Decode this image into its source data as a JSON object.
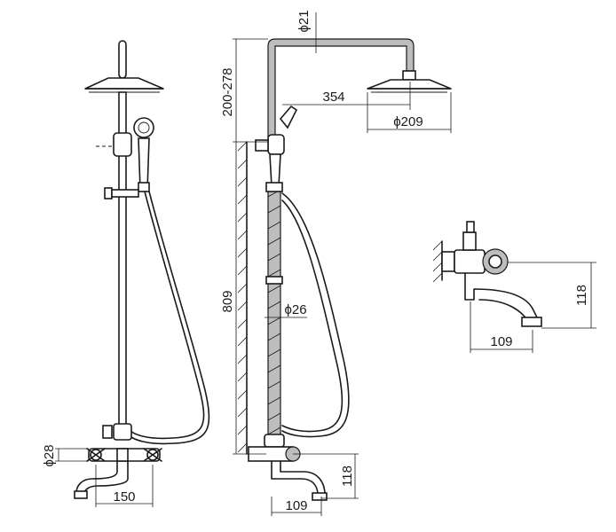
{
  "dimensions": {
    "rail_pipe_diameter": "ϕ21",
    "arm_length": "354",
    "head_diameter": "ϕ209",
    "height_range": "200-278",
    "rail_height": "809",
    "riser_diameter": "ϕ26",
    "hose_hook_diameter": "ϕ28",
    "mixer_center_spacing": "150",
    "spout_reach_side": "109",
    "spout_height_side": "118",
    "detail_spout_height": "118",
    "detail_spout_reach": "109"
  },
  "colors": {
    "line": "#1a1a1a",
    "pipe_fill": "#bdbdbd",
    "background": "#ffffff"
  }
}
